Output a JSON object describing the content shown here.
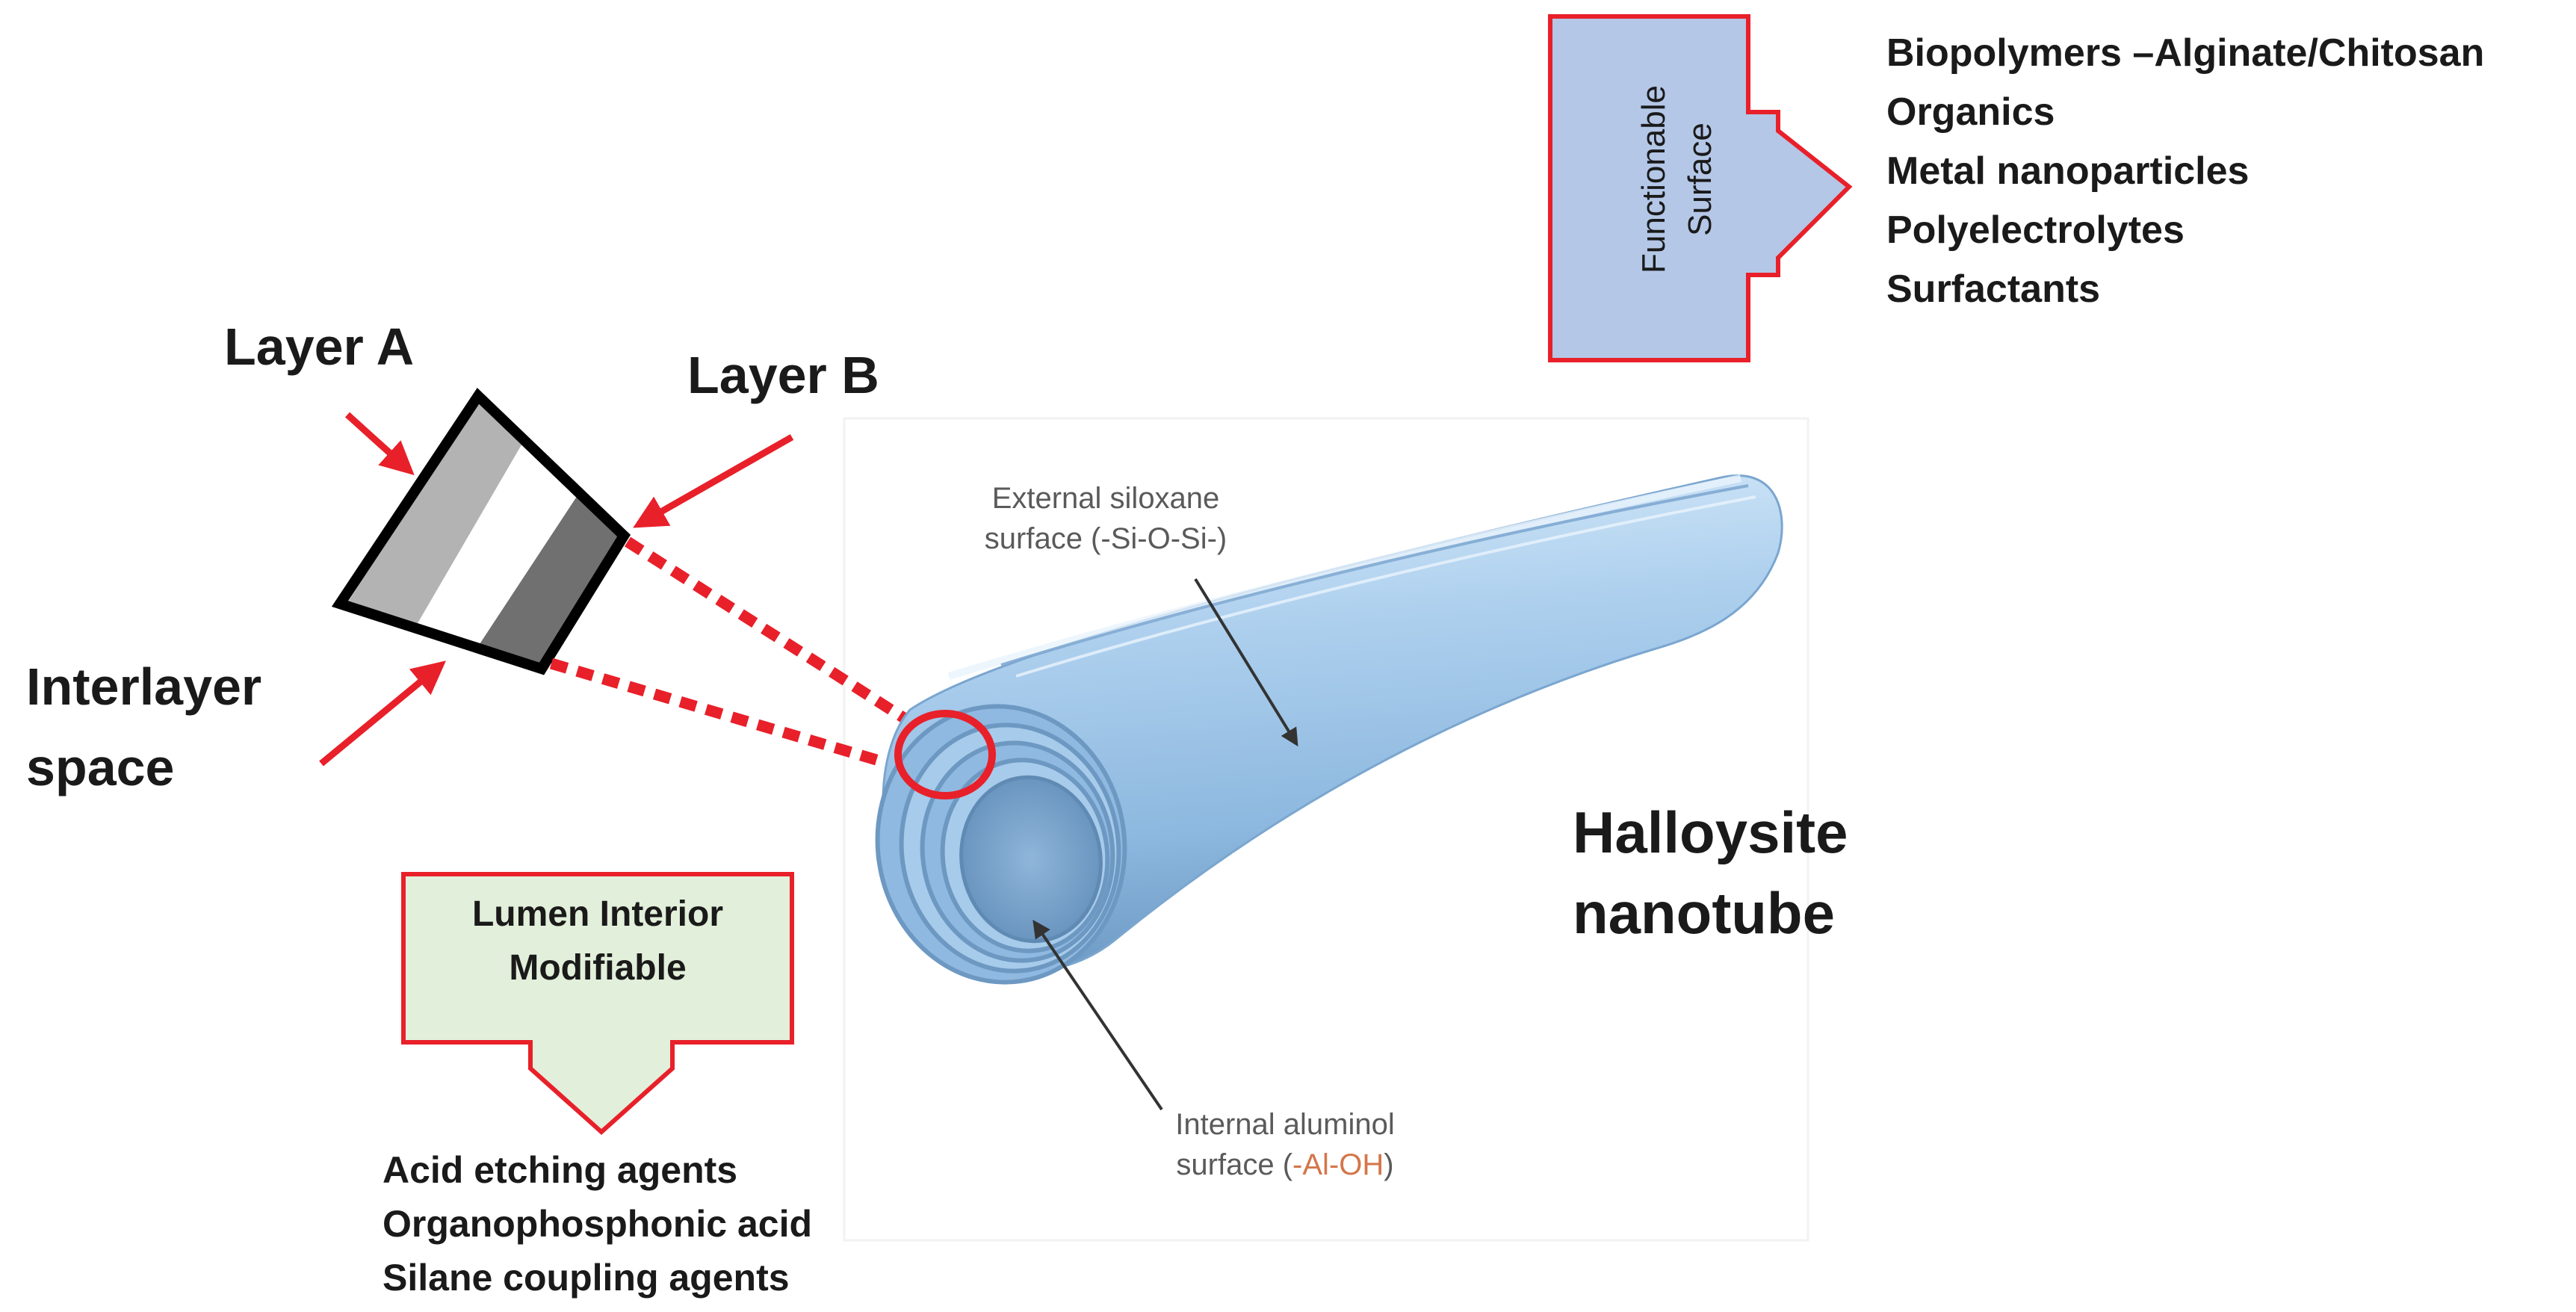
{
  "functionable": {
    "box_lines": [
      "Functionable",
      "Surface"
    ],
    "items": [
      "Biopolymers –Alginate/Chitosan",
      "Organics",
      "Metal nanoparticles",
      "Polyelectrolytes",
      "Surfactants"
    ]
  },
  "lumen": {
    "box_lines": [
      "Lumen Interior",
      "Modifiable"
    ],
    "items": [
      "Acid etching agents",
      "Organophosphonic acid",
      "Silane coupling agents"
    ]
  },
  "layers": {
    "layer_a": "Layer A",
    "layer_b": "Layer B",
    "interlayer": [
      "Interlayer",
      "space"
    ]
  },
  "nanotube": {
    "title": [
      "Halloysite",
      "nanotube"
    ],
    "external": [
      "External siloxane",
      "surface (-Si-O-Si-)"
    ],
    "internal_line1": "Internal aluminol",
    "internal_prefix": "surface (",
    "internal_group": "-Al-OH",
    "internal_suffix": ")"
  },
  "colors": {
    "red": "#e8202a",
    "func_fill": "#b4c7e7",
    "lumen_fill": "#e2efda",
    "tube_light": "#cfe4f7",
    "tube_mid": "#9ec5e8",
    "tube_dark": "#6f9cc6",
    "aluminol": "#d4764a"
  }
}
